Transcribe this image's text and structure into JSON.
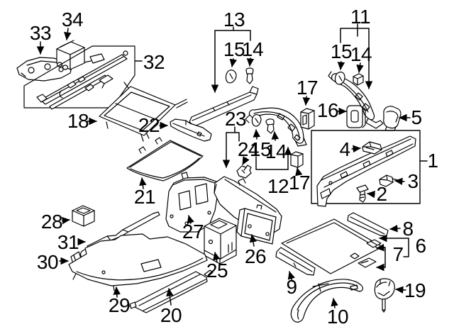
{
  "diagram": {
    "figure_type": "exploded-parts-diagram",
    "colors": {
      "background": "#ffffff",
      "line": "#000000",
      "label": "#000000"
    },
    "part_numbers": [
      "1",
      "2",
      "3",
      "4",
      "5",
      "6",
      "7",
      "8",
      "9",
      "10",
      "11",
      "12",
      "13",
      "14",
      "15",
      "16",
      "17",
      "18",
      "19",
      "20",
      "21",
      "22",
      "23",
      "24",
      "25",
      "26",
      "27",
      "28",
      "29",
      "30",
      "31",
      "32",
      "33",
      "34"
    ]
  },
  "callouts": {
    "c33": "33",
    "c34": "34",
    "c32": "32",
    "c13": "13",
    "c15a": "15",
    "c14a": "14",
    "c11": "11",
    "c15b": "15",
    "c14b": "14",
    "c17a": "17",
    "c16": "16",
    "c5": "5",
    "c18": "18",
    "c22": "22",
    "c23": "23",
    "c24": "24",
    "c15c": "15",
    "c14c": "14",
    "c12": "12",
    "c17b": "17",
    "c21": "21",
    "c27": "27",
    "c28": "28",
    "c31": "31",
    "c30": "30",
    "c29": "29",
    "c20": "20",
    "c25": "25",
    "c26": "26",
    "c4": "4",
    "c2": "2",
    "c3": "3",
    "c1": "1",
    "c6": "6",
    "c7": "7",
    "c8": "8",
    "c9": "9",
    "c10": "10",
    "c19": "19"
  }
}
